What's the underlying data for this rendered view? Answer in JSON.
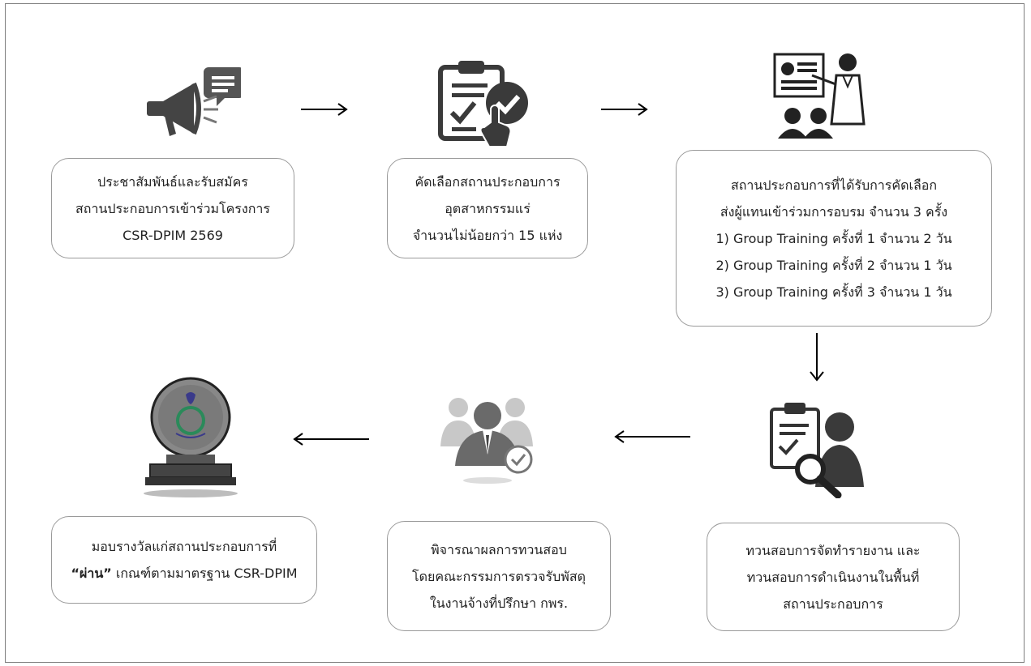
{
  "steps": [
    {
      "lines": [
        "ประชาสัมพันธ์และรับสมัคร",
        "สถานประกอบการเข้าร่วมโครงการ",
        "CSR-DPIM 2569"
      ]
    },
    {
      "lines": [
        "คัดเลือกสถานประกอบการ",
        "อุตสาหกรรมแร่",
        "จำนวนไม่น้อยกว่า 15 แห่ง"
      ]
    },
    {
      "lines": [
        "สถานประกอบการที่ได้รับการคัดเลือก",
        "ส่งผู้แทนเข้าร่วมการอบรม จำนวน 3 ครั้ง",
        "1) Group Training ครั้งที่ 1 จำนวน 2 วัน",
        "2) Group Training ครั้งที่ 2 จำนวน 1 วัน",
        "3) Group Training ครั้งที่ 3 จำนวน 1 วัน"
      ]
    },
    {
      "lines": [
        "ทวนสอบการจัดทำรายงาน และ",
        "ทวนสอบการดำเนินงานในพื้นที่",
        "สถานประกอบการ"
      ]
    },
    {
      "lines": [
        "พิจารณาผลการทวนสอบ",
        "โดยคณะกรรมการตรวจรับพัสดุ",
        "ในงานจ้างที่ปรึกษา กพร."
      ]
    },
    {
      "line1": "มอบรางวัลแก่สถานประกอบการที่",
      "line2_bold": "“ผ่าน”",
      "line2_rest": " เกณฑ์ตามมาตรฐาน CSR-DPIM"
    }
  ],
  "icons": [
    "megaphone-icon",
    "clipboard-check-icon",
    "presentation-training-icon",
    "inspection-clipboard-icon",
    "committee-approval-icon",
    "award-trophy-icon"
  ],
  "colors": {
    "icon": "#3a3a3a",
    "border": "#9a9a9a",
    "frame": "#7f7f7f"
  }
}
